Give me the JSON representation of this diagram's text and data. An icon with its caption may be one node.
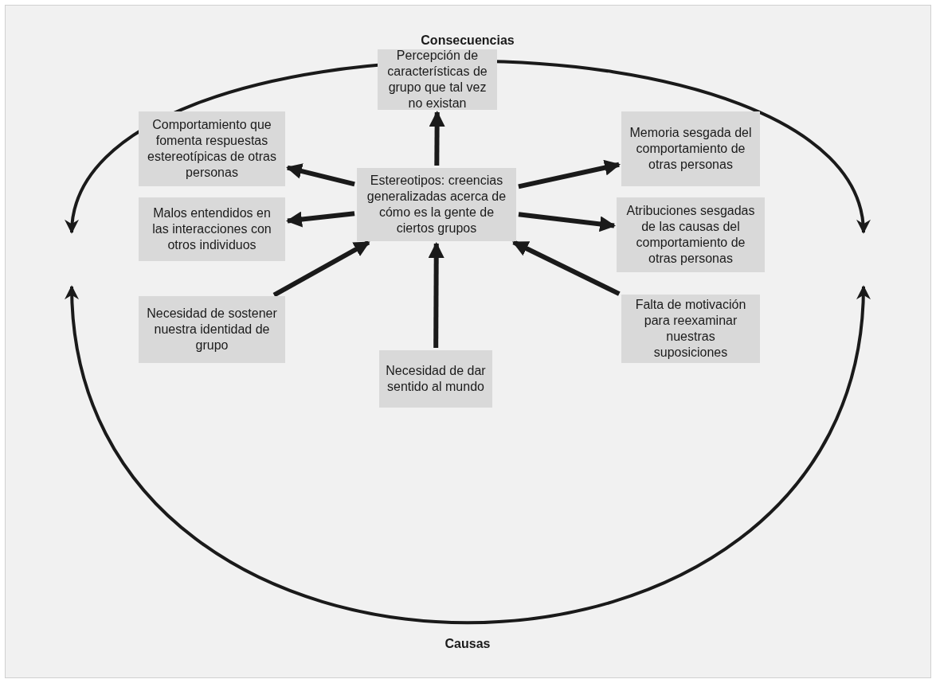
{
  "diagram": {
    "nodes": [
      {
        "text": [
          "Estereotipos: creencias generalizadas acerca de cómo es la gente de ciertos grupos"
        ]
      },
      {
        "text": [
          "Percepción de características de grupo que tal vez no existan"
        ]
      },
      {
        "text": [
          "Comportamiento que fomenta respuestas estereotípicas de otras personas"
        ]
      },
      {
        "text": [
          "Memoria sesgada del comportamiento de otras personas"
        ]
      },
      {
        "text": [
          "Malos entendidos en las interacciones con otros individuos"
        ]
      },
      {
        "text": [
          "Atribuciones sesgadas de las causas del comportamiento de otras personas"
        ]
      },
      {
        "text": [
          "Necesidad de sostener nuestra identidad de grupo"
        ]
      },
      {
        "text": [
          "Falta de motivación para reexaminar nuestras suposiciones"
        ]
      },
      {
        "text": [
          "Necesidad de dar sentido al mundo"
        ]
      }
    ],
    "edges": [
      {
        "from": 0,
        "to": 1,
        "arrow": "to"
      },
      {
        "from": 0,
        "to": 2,
        "arrow": "to"
      },
      {
        "from": 0,
        "to": 3,
        "arrow": "to"
      },
      {
        "from": 0,
        "to": 4,
        "arrow": "to"
      },
      {
        "from": 0,
        "to": 5,
        "arrow": "to"
      },
      {
        "from": 6,
        "to": 0,
        "arrow": "to"
      },
      {
        "from": 7,
        "to": 0,
        "arrow": "to"
      },
      {
        "from": 8,
        "to": 0,
        "arrow": "to"
      }
    ],
    "labels": [
      "Consecuencias",
      "Causas"
    ]
  }
}
